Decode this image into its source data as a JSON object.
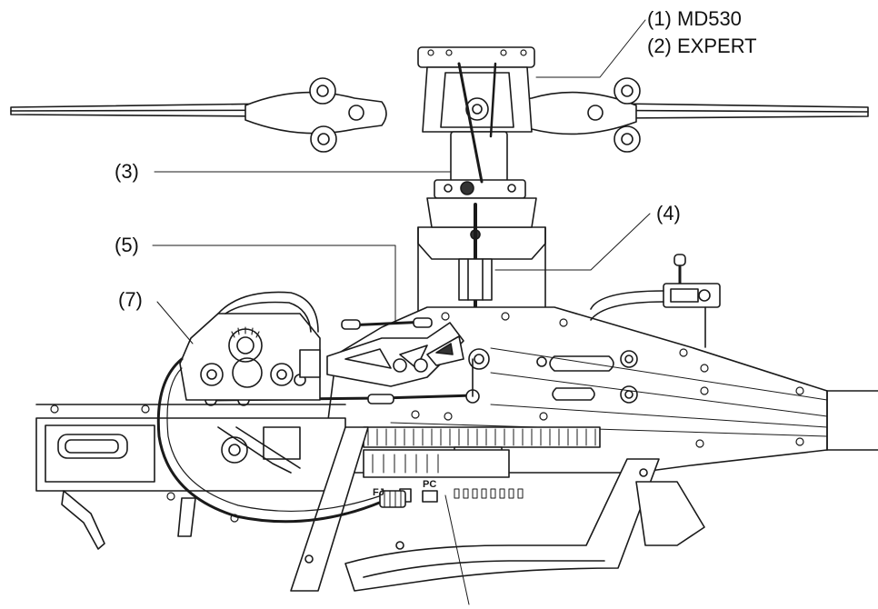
{
  "diagram": {
    "labels": [
      {
        "id": "1",
        "text": "(1) MD530"
      },
      {
        "id": "2",
        "text": "(2) EXPERT"
      },
      {
        "id": "3",
        "text": "(3)"
      },
      {
        "id": "4",
        "text": "(4)"
      },
      {
        "id": "5",
        "text": "(5)"
      },
      {
        "id": "7",
        "text": "(7)"
      }
    ],
    "board_marks": {
      "fj": "FJ",
      "pc": "PC"
    }
  }
}
